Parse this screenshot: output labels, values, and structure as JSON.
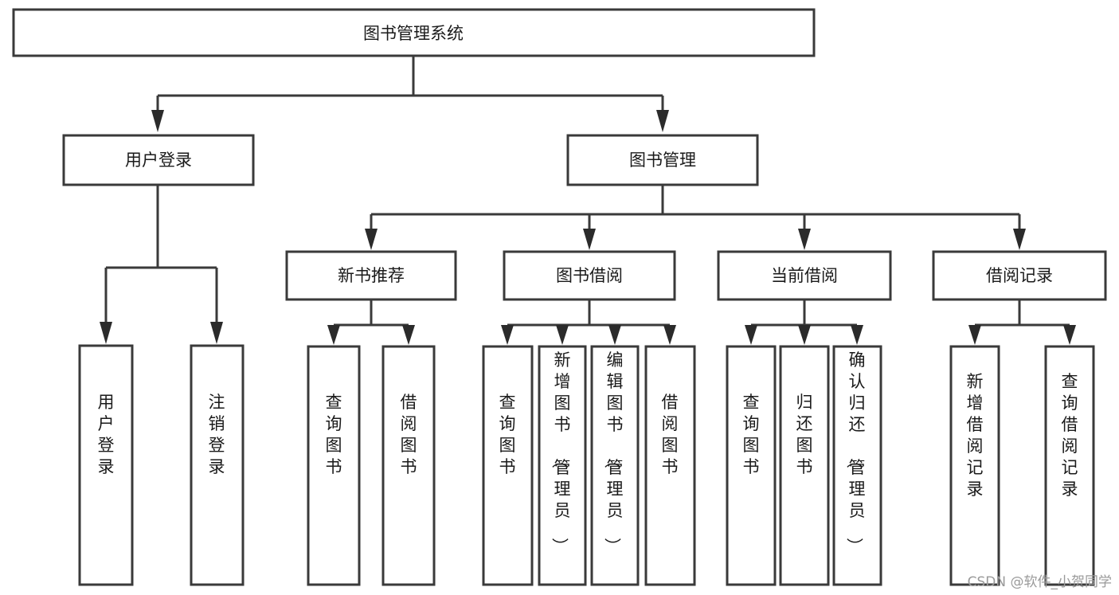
{
  "diagram": {
    "type": "tree",
    "title": "图书管理系统",
    "root": {
      "id": "root",
      "label": "图书管理系统",
      "orientation": "horizontal"
    },
    "level2": [
      {
        "id": "user-login",
        "label": "用户登录",
        "orientation": "horizontal"
      },
      {
        "id": "book-manage",
        "label": "图书管理",
        "orientation": "horizontal"
      }
    ],
    "level3": [
      {
        "id": "new-book-recommend",
        "label": "新书推荐",
        "orientation": "horizontal",
        "parent": "book-manage"
      },
      {
        "id": "book-borrow",
        "label": "图书借阅",
        "orientation": "horizontal",
        "parent": "book-manage"
      },
      {
        "id": "current-borrow",
        "label": "当前借阅",
        "orientation": "horizontal",
        "parent": "book-manage"
      },
      {
        "id": "borrow-record",
        "label": "借阅记录",
        "orientation": "horizontal",
        "parent": "book-manage"
      }
    ],
    "leaves": {
      "user-login": [
        {
          "id": "leaf-user-login",
          "label": "用户登录",
          "orientation": "vertical"
        },
        {
          "id": "leaf-user-logout",
          "label": "注销登录",
          "orientation": "vertical"
        }
      ],
      "new-book-recommend": [
        {
          "id": "leaf-query-book-1",
          "label": "查询图书",
          "orientation": "vertical"
        },
        {
          "id": "leaf-borrow-book-1",
          "label": "借阅图书",
          "orientation": "vertical"
        }
      ],
      "book-borrow": [
        {
          "id": "leaf-query-book-2",
          "label": "查询图书",
          "orientation": "vertical"
        },
        {
          "id": "leaf-add-book",
          "label": "新增图书（管理员）",
          "orientation": "vertical"
        },
        {
          "id": "leaf-edit-book",
          "label": "编辑图书（管理员）",
          "orientation": "vertical"
        },
        {
          "id": "leaf-borrow-book-2",
          "label": "借阅图书",
          "orientation": "vertical"
        }
      ],
      "current-borrow": [
        {
          "id": "leaf-query-book-3",
          "label": "查询图书",
          "orientation": "vertical"
        },
        {
          "id": "leaf-return-book",
          "label": "归还图书",
          "orientation": "vertical"
        },
        {
          "id": "leaf-confirm-return",
          "label": "确认归还（管理员）",
          "orientation": "vertical"
        }
      ],
      "borrow-record": [
        {
          "id": "leaf-add-record",
          "label": "新增借阅记录",
          "orientation": "vertical"
        },
        {
          "id": "leaf-query-record",
          "label": "查询借阅记录",
          "orientation": "vertical"
        }
      ]
    }
  },
  "watermark": {
    "text": "CSDN @软件_小贺同学"
  },
  "colors": {
    "background": "#ffffff",
    "box_stroke": "#3a3a3a",
    "box_fill": "#ffffff",
    "connector": "#3a3a3a",
    "text": "#1a1a1a",
    "watermark": "#9a9a9a"
  }
}
